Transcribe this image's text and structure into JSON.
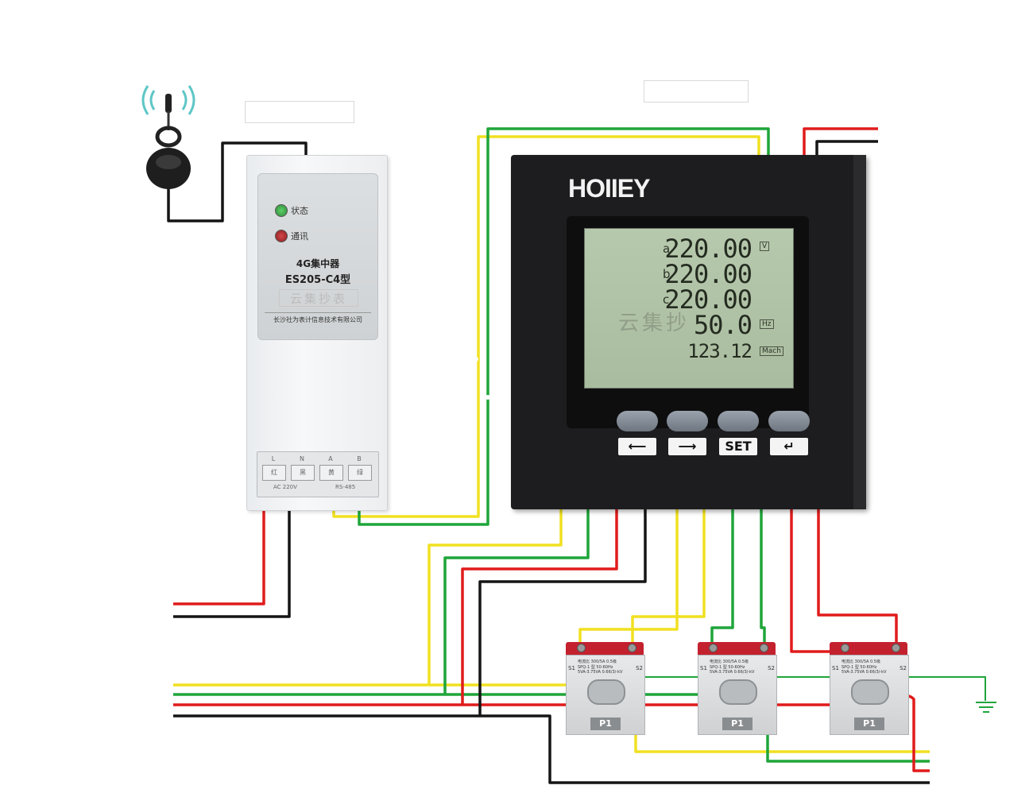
{
  "concentrator": {
    "led_status": "状态",
    "led_comm": "通讯",
    "name": "4G集中器",
    "model": "ES205-C4型",
    "watermark": "云集抄表",
    "company": "长沙社为表计信息技术有限公司",
    "terminals": [
      "L",
      "N",
      "A",
      "B"
    ],
    "terminal_wires": [
      "红",
      "黑",
      "黄",
      "绿"
    ],
    "terminal_specs": [
      "AC  220V",
      "RS-485"
    ],
    "status_led_color": "#2f8a3a",
    "comm_led_color": "#8a1f1f"
  },
  "meter": {
    "brand": "HOIIEY",
    "phases": [
      "a",
      "b",
      "c"
    ],
    "voltages": [
      "220.00",
      "220.00",
      "220.00"
    ],
    "voltage_unit": "V",
    "frequency": "50.0",
    "frequency_unit": "Hz",
    "count": "123.12",
    "count_unit": "Mach",
    "watermark": "云集抄",
    "keys": [
      "⟵",
      "⟶",
      "SET",
      "↵"
    ]
  },
  "current_transformers": [
    {
      "line1": "电流比 300/5A   0.5级",
      "line2": "SPQ-1 型   50-60Hz",
      "line3": "5VA-3.75VA   0.66/3/-kV",
      "s1": "S1",
      "s2": "S2",
      "p1": "P1"
    },
    {
      "line1": "电流比 300/5A   0.5级",
      "line2": "SPQ-1 型   50-60Hz",
      "line3": "5VA-3.75VA   0.66/3/-kV",
      "s1": "S1",
      "s2": "S2",
      "p1": "P1"
    },
    {
      "line1": "电流比 300/5A   0.5级",
      "line2": "SPQ-1 型   50-60Hz",
      "line3": "5VA-3.75VA   0.66/3/-kV",
      "s1": "S1",
      "s2": "S2",
      "p1": "P1"
    }
  ],
  "colors": {
    "red": "#e11b1b",
    "black": "#151515",
    "yellow": "#f0e020",
    "green": "#1fa53a",
    "ground": "#1fa53a"
  }
}
